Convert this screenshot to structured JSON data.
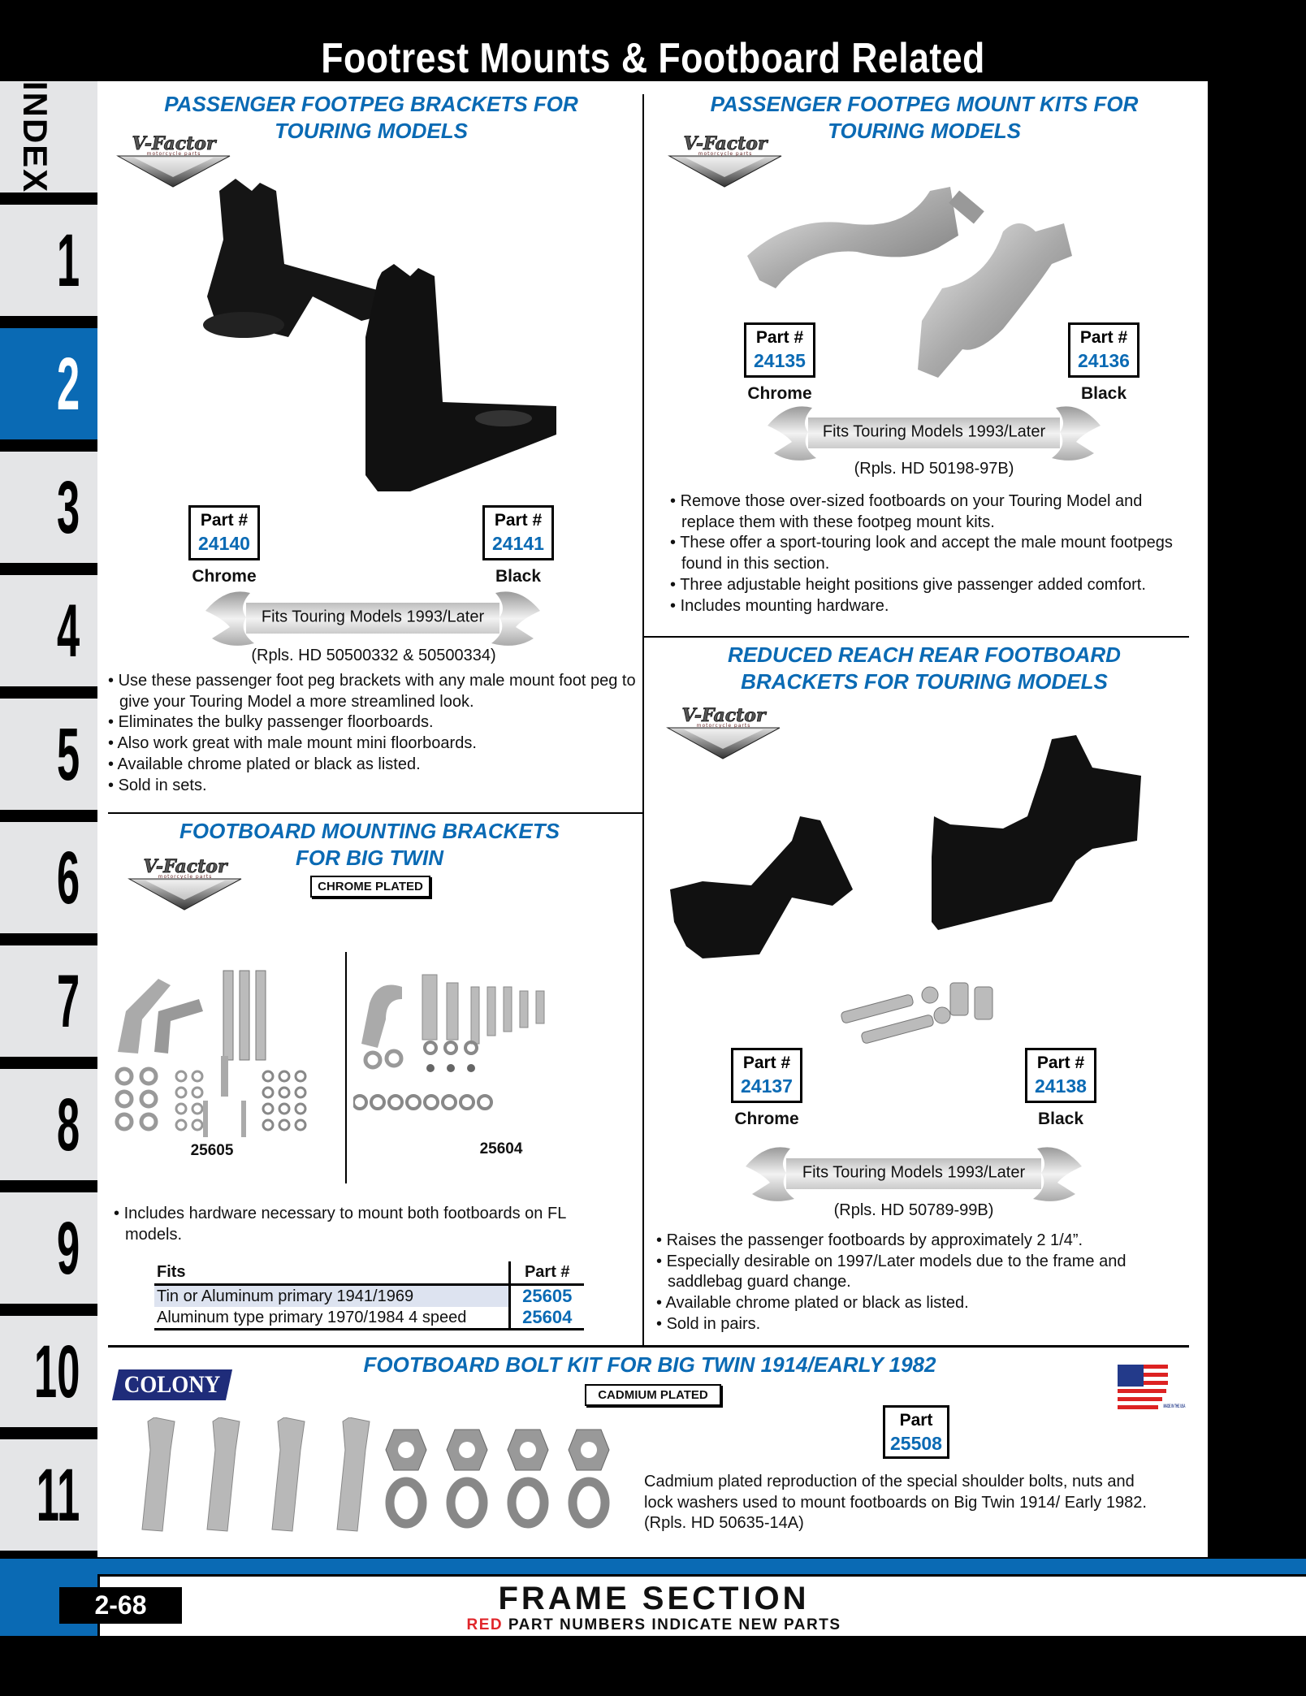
{
  "header": {
    "title": "Footrest Mounts & Footboard Related"
  },
  "tabs": [
    {
      "label": "INDEX"
    },
    {
      "label": "1"
    },
    {
      "label": "2",
      "active": true
    },
    {
      "label": "3"
    },
    {
      "label": "4"
    },
    {
      "label": "5"
    },
    {
      "label": "6"
    },
    {
      "label": "7"
    },
    {
      "label": "8"
    },
    {
      "label": "9"
    },
    {
      "label": "10"
    },
    {
      "label": "11"
    }
  ],
  "brand_logos": {
    "vfactor": "V-Factor",
    "vfactor_sub": "motorcycle parts",
    "colony": "COLONY",
    "usa": "MADE IN THE USA"
  },
  "sec1": {
    "title_l1": "PASSENGER FOOTPEG BRACKETS FOR",
    "title_l2": "TOURING MODELS",
    "parts": [
      {
        "label": "Part #",
        "number": "24140",
        "finish": "Chrome"
      },
      {
        "label": "Part #",
        "number": "24141",
        "finish": "Black"
      }
    ],
    "fits": "Fits Touring Models 1993/Later",
    "rpls": "(Rpls. HD 50500332 & 50500334)",
    "bullets": [
      "Use these passenger foot peg brackets with any male mount foot peg to give your Touring Model a more streamlined look.",
      "Eliminates the bulky passenger floorboards.",
      "Also work great with male mount mini floorboards.",
      "Available chrome plated or black as listed.",
      "Sold in sets."
    ]
  },
  "sec2": {
    "title_l1": "PASSENGER FOOTPEG MOUNT KITS FOR",
    "title_l2": "TOURING MODELS",
    "parts": [
      {
        "label": "Part #",
        "number": "24135",
        "finish": "Chrome"
      },
      {
        "label": "Part #",
        "number": "24136",
        "finish": "Black"
      }
    ],
    "fits": "Fits Touring Models 1993/Later",
    "rpls": "(Rpls. HD 50198-97B)",
    "bullets": [
      "Remove those over-sized footboards on your Touring Model and replace them with these footpeg mount kits.",
      "These offer a sport-touring look and accept the male mount footpegs found in this section.",
      "Three adjustable height positions give passenger added comfort.",
      "Includes mounting hardware."
    ]
  },
  "sec3": {
    "title_l1": "FOOTBOARD MOUNTING BRACKETS",
    "title_l2": "FOR BIG TWIN",
    "badge": "CHROME PLATED",
    "img_labels": [
      "25605",
      "25604"
    ],
    "bullets": [
      "Includes hardware necessary to mount both footboards on FL models."
    ],
    "table": {
      "headers": [
        "Fits",
        "Part #"
      ],
      "rows": [
        [
          "Tin or Aluminum primary 1941/1969",
          "25605"
        ],
        [
          "Aluminum type primary 1970/1984 4 speed",
          "25604"
        ]
      ]
    }
  },
  "sec4": {
    "title_l1": "REDUCED REACH REAR FOOTBOARD",
    "title_l2": "BRACKETS FOR TOURING MODELS",
    "parts": [
      {
        "label": "Part #",
        "number": "24137",
        "finish": "Chrome"
      },
      {
        "label": "Part #",
        "number": "24138",
        "finish": "Black"
      }
    ],
    "fits": "Fits Touring Models 1993/Later",
    "rpls": "(Rpls. HD 50789-99B)",
    "bullets": [
      "Raises the passenger footboards by approximately 2 1/4”.",
      "Especially desirable on 1997/Later models due to the frame and saddlebag guard change.",
      "Available chrome plated or black as listed.",
      "Sold in pairs."
    ]
  },
  "sec5": {
    "title": "FOOTBOARD BOLT KIT FOR BIG TWIN 1914/EARLY 1982",
    "badge": "CADMIUM PLATED",
    "part_label": "Part",
    "part_number": "25508",
    "description": "Cadmium plated reproduction of the special shoulder bolts, nuts and lock washers used to mount footboards on Big Twin 1914/ Early 1982. (Rpls. HD 50635-14A)"
  },
  "footer": {
    "page_number": "2-68",
    "section": "FRAME SECTION",
    "note_red": "RED",
    "note_rest": "PART NUMBERS INDICATE NEW PARTS"
  },
  "colors": {
    "accent": "#0a6ab4",
    "tab_bg": "#e4e5e7",
    "red": "#e0262b"
  }
}
